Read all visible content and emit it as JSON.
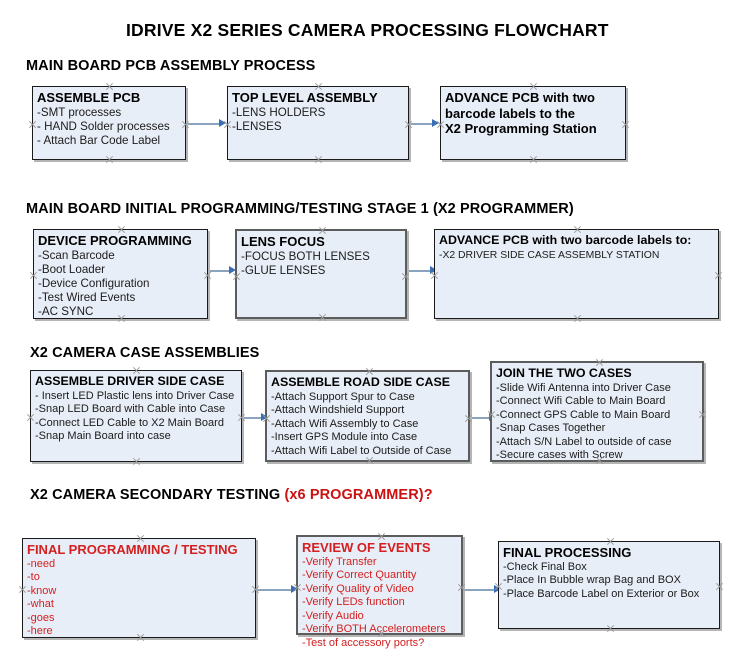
{
  "document": {
    "title": "IDRIVE X2  SERIES CAMERA PROCESSING FLOWCHART"
  },
  "colors": {
    "box_fill": "#e8eef7",
    "box_border": "#1a1a1a",
    "accent_red": "#d42020",
    "arrow_shaft": "#8aa4c0",
    "arrow_head": "#3b6fb5"
  },
  "sections": [
    {
      "heading": "MAIN BOARD PCB ASSEMBLY PROCESS",
      "heading_accent": "",
      "nodes": [
        {
          "title": "ASSEMBLE PCB",
          "lines": [
            "-SMT processes",
            "- HAND Solder processes",
            "- Attach Bar Code Label"
          ]
        },
        {
          "title": "TOP LEVEL ASSEMBLY",
          "lines": [
            "-LENS HOLDERS",
            "-LENSES"
          ]
        },
        {
          "title": "ADVANCE PCB with two",
          "lines": [
            "barcode labels to the",
            " X2 Programming Station"
          ]
        }
      ]
    },
    {
      "heading": "MAIN BOARD INITIAL PROGRAMMING/TESTING STAGE 1 (X2 PROGRAMMER)",
      "heading_accent": "",
      "nodes": [
        {
          "title": "DEVICE PROGRAMMING",
          "lines": [
            "-Scan Barcode",
            "-Boot Loader",
            "-Device Configuration",
            "-Test Wired Events",
            "-AC SYNC"
          ]
        },
        {
          "title": "LENS FOCUS",
          "lines": [
            "-FOCUS BOTH LENSES",
            "-GLUE LENSES"
          ]
        },
        {
          "title": "ADVANCE PCB with two barcode labels to:",
          "lines": [
            "-X2 DRIVER  SIDE  CASE  ASSEMBLY STATION"
          ]
        }
      ]
    },
    {
      "heading": "X2 CAMERA CASE ASSEMBLIES",
      "heading_accent": "",
      "nodes": [
        {
          "title": "ASSEMBLE DRIVER SIDE CASE",
          "lines": [
            "- Insert LED Plastic lens into Driver Case",
            "-Snap LED Board with Cable into Case",
            "-Connect LED Cable to X2 Main Board",
            "-Snap Main Board into case"
          ]
        },
        {
          "title": "ASSEMBLE ROAD SIDE CASE",
          "lines": [
            "-Attach Support Spur to Case",
            "-Attach Windshield Support",
            "-Attach Wifi Assembly to Case",
            "-Insert GPS Module into Case",
            "-Attach Wifi Label to Outside of Case"
          ]
        },
        {
          "title": "JOIN THE TWO CASES",
          "lines": [
            "-Slide Wifi Antenna into Driver Case",
            "-Connect Wifi Cable to Main Board",
            "-Connect GPS Cable to Main Board",
            "-Snap Cases Together",
            "-Attach S/N Label to outside of case",
            "-Secure cases with Screw"
          ]
        }
      ]
    },
    {
      "heading": "X2 CAMERA SECONDARY TESTING ",
      "heading_accent": "(x6 PROGRAMMER)?",
      "nodes": [
        {
          "title": "FINAL PROGRAMMING / TESTING",
          "lines": [
            "-need",
            "-to",
            "-know",
            "-what",
            "-goes",
            "-here"
          ]
        },
        {
          "title": "REVIEW OF EVENTS",
          "lines": [
            "-Verify Transfer",
            "-Verify Correct Quantity",
            "-Verify Quality of Video",
            "-Verify LEDs function",
            "-Verify Audio",
            "-Verify BOTH Accelerometers",
            "-Test of accessory ports?"
          ]
        },
        {
          "title": "FINAL PROCESSING",
          "lines": [
            " -Check Final Box",
            "-Place In Bubble wrap Bag and BOX",
            "-Place Barcode Label on Exterior or Box"
          ]
        }
      ]
    }
  ]
}
